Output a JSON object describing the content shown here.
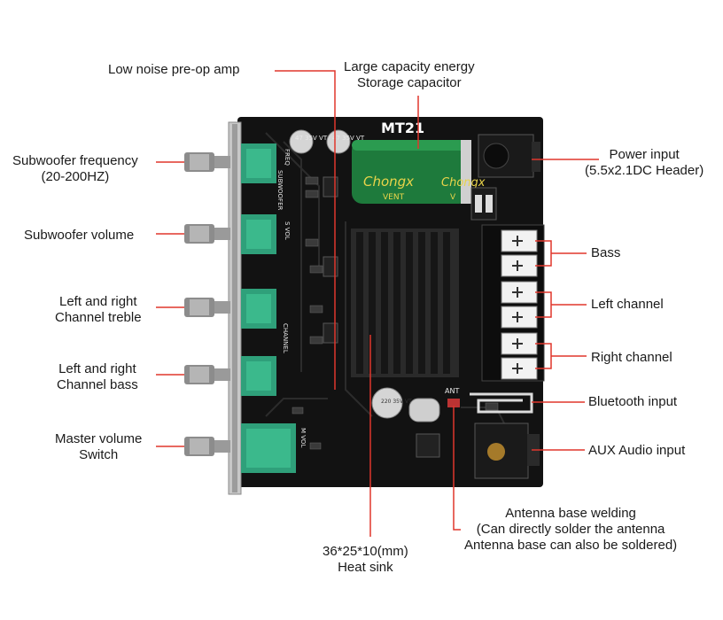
{
  "board": {
    "model": "MT21",
    "capacitor_brand": "Chongx",
    "capacitor_brand2": "Chongx",
    "capacitor_sub": "VENT",
    "capacitor_sub2": "V",
    "cap_small_1": "47 35V VT",
    "cap_small_2": "47 35V VT",
    "cap_small_3": "220 35V VT",
    "silk_freq": "FREQ",
    "silk_subwoofer": "SUBWOOFER",
    "silk_svol": "S VOL",
    "silk_channel": "CHANNEL",
    "silk_mvol": "M VOL",
    "silk_ant": "ANT",
    "accent_color": "#e0362c",
    "pcb_color": "#111111",
    "knob_color": "#2fa07a"
  },
  "callouts": {
    "low_noise": "Low noise pre-op amp",
    "capacitor_line1": "Large capacity energy",
    "capacitor_line2": "Storage capacitor",
    "power_line1": "Power input",
    "power_line2": "(5.5x2.1DC Header)",
    "sub_freq_line1": "Subwoofer frequency",
    "sub_freq_line2": "(20-200HZ)",
    "sub_volume": "Subwoofer volume",
    "treble_line1": "Left and right",
    "treble_line2": "Channel treble",
    "bass_ctrl_line1": "Left and right",
    "bass_ctrl_line2": "Channel bass",
    "master_line1": "Master volume",
    "master_line2": "Switch",
    "bass": "Bass",
    "left_channel": "Left channel",
    "right_channel": "Right channel",
    "bluetooth": "Bluetooth input",
    "aux": "AUX Audio input",
    "antenna_line1": "Antenna base welding",
    "antenna_line2": "(Can directly solder the antenna",
    "antenna_line3": "Antenna base can also be soldered)",
    "heatsink_line1": "36*25*10(mm)",
    "heatsink_line2": "Heat sink"
  }
}
